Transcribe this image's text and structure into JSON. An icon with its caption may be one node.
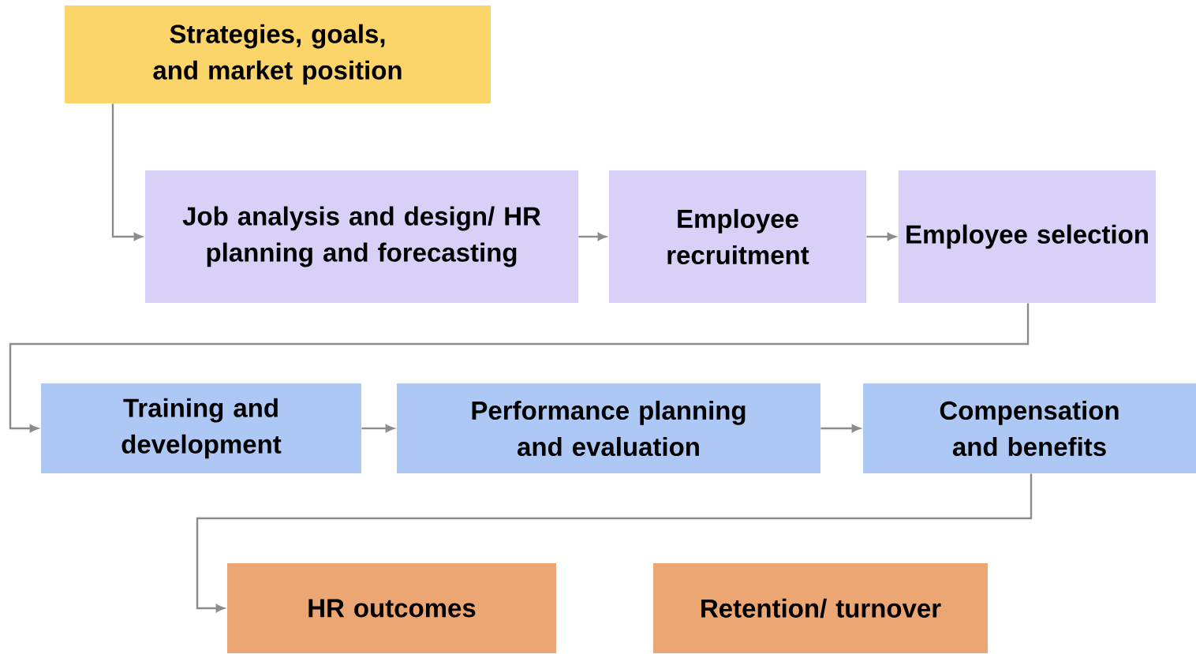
{
  "diagram": {
    "nodes": [
      {
        "text": [
          "Strategies, goals, and market position"
        ]
      },
      {
        "text": [
          "Job analysis and design/ HR planning and forecasting"
        ]
      },
      {
        "text": [
          "Employee recruitment"
        ]
      },
      {
        "text": [
          "Employee selection"
        ]
      },
      {
        "text": [
          "Training and development"
        ]
      },
      {
        "text": [
          "Performance planning and evaluation"
        ]
      },
      {
        "text": [
          "Compensation and benefits"
        ]
      },
      {
        "text": [
          "HR outcomes"
        ]
      },
      {
        "text": [
          "Retention/ turnover"
        ]
      }
    ],
    "edges": [
      {
        "from": 0,
        "to": 1,
        "arrow": "to"
      },
      {
        "from": 1,
        "to": 2,
        "arrow": "to"
      },
      {
        "from": 2,
        "to": 3,
        "arrow": "to"
      },
      {
        "from": 3,
        "to": 4,
        "arrow": "to"
      },
      {
        "from": 4,
        "to": 5,
        "arrow": "to"
      },
      {
        "from": 5,
        "to": 6,
        "arrow": "to"
      },
      {
        "from": 6,
        "to": 7,
        "arrow": "to"
      }
    ]
  }
}
